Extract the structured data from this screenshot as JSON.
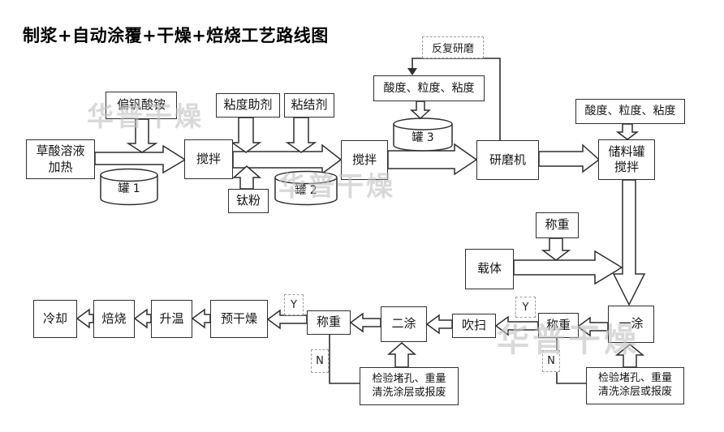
{
  "title": "制浆+自动涂覆+干燥+焙烧工艺路线图",
  "watermark": "华普干燥",
  "decision": {
    "yes": "Y",
    "no": "N"
  },
  "colors": {
    "line": "#2f2f2f",
    "text": "#151515",
    "watermark": "#c2c2c2",
    "background": "#ffffff",
    "dashed_border": "#9e9e9e"
  },
  "nodes": {
    "oxalic": {
      "line1": "草酸溶液",
      "line2": "加热"
    },
    "ammonium": {
      "label": "偏钒酸铵"
    },
    "tank1": {
      "label": "罐 1"
    },
    "stir1": {
      "label": "搅拌"
    },
    "viscosity_aid": {
      "label": "粘度助剂"
    },
    "binder": {
      "label": "粘结剂"
    },
    "titanium": {
      "label": "钛粉"
    },
    "tank2": {
      "label": "罐 2"
    },
    "stir2": {
      "label": "搅拌"
    },
    "quality1": {
      "label": "酸度、粒度、粘度"
    },
    "regrind": {
      "label": "反复研磨"
    },
    "tank3": {
      "label": "罐 3"
    },
    "grinder": {
      "label": "研磨机"
    },
    "quality2": {
      "label": "酸度、粒度、粘度"
    },
    "storage": {
      "line1": "储料罐",
      "line2": "搅拌"
    },
    "weigh_top": {
      "label": "称重"
    },
    "carrier": {
      "label": "载体"
    },
    "coat1": {
      "label": "一涂"
    },
    "weigh_right": {
      "label": "称重"
    },
    "blow": {
      "label": "吹扫"
    },
    "coat2": {
      "label": "二涂"
    },
    "weigh_left": {
      "label": "称重"
    },
    "predry": {
      "label": "预干燥"
    },
    "heatup": {
      "label": "升温"
    },
    "roast": {
      "label": "焙烧"
    },
    "cool": {
      "label": "冷却"
    },
    "inspect_left": {
      "line1": "检验堵孔、重量",
      "line2": "清洗涂层或报废"
    },
    "inspect_right": {
      "line1": "检验堵孔、重量",
      "line2": "清洗涂层或报废"
    }
  },
  "edges": [
    {
      "from": "oxalic",
      "to": "stir1"
    },
    {
      "from": "ammonium",
      "to": "stir1"
    },
    {
      "from": "tank1",
      "to": "stir1"
    },
    {
      "from": "stir1",
      "to": "stir2"
    },
    {
      "from": "viscosity_aid",
      "to": "stir2"
    },
    {
      "from": "binder",
      "to": "stir2"
    },
    {
      "from": "titanium",
      "to": "stir2"
    },
    {
      "from": "tank2",
      "to": "stir2"
    },
    {
      "from": "stir2",
      "to": "grinder"
    },
    {
      "from": "quality1",
      "to": "tank3"
    },
    {
      "from": "grinder",
      "to": "quality1",
      "label": "反复研磨"
    },
    {
      "from": "grinder",
      "to": "storage"
    },
    {
      "from": "quality2",
      "to": "storage"
    },
    {
      "from": "storage",
      "to": "coat1"
    },
    {
      "from": "weigh_top",
      "to": "carrier"
    },
    {
      "from": "carrier",
      "to": "coat1"
    },
    {
      "from": "coat1",
      "to": "weigh_right"
    },
    {
      "from": "weigh_right",
      "to": "blow",
      "label": "Y"
    },
    {
      "from": "weigh_right",
      "to": "inspect_right",
      "label": "N"
    },
    {
      "from": "inspect_right",
      "to": "coat1"
    },
    {
      "from": "blow",
      "to": "coat2"
    },
    {
      "from": "coat2",
      "to": "weigh_left"
    },
    {
      "from": "weigh_left",
      "to": "predry",
      "label": "Y"
    },
    {
      "from": "weigh_left",
      "to": "inspect_left",
      "label": "N"
    },
    {
      "from": "inspect_left",
      "to": "coat2"
    },
    {
      "from": "predry",
      "to": "heatup"
    },
    {
      "from": "heatup",
      "to": "roast"
    },
    {
      "from": "roast",
      "to": "cool"
    }
  ]
}
